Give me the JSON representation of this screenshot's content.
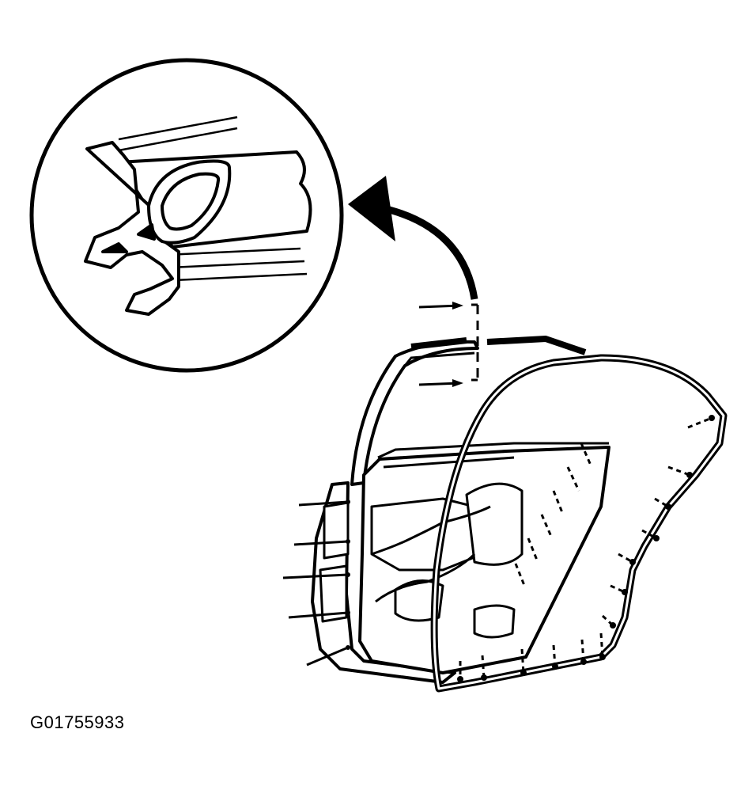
{
  "figure": {
    "id_code": "G01755933"
  },
  "colors": {
    "ink": "#000000",
    "paper": "#ffffff"
  },
  "icons": [
    "weatherstrip-profile-detail",
    "callout-arrow",
    "door-shell",
    "door-weatherstrip",
    "fastener-pin"
  ]
}
